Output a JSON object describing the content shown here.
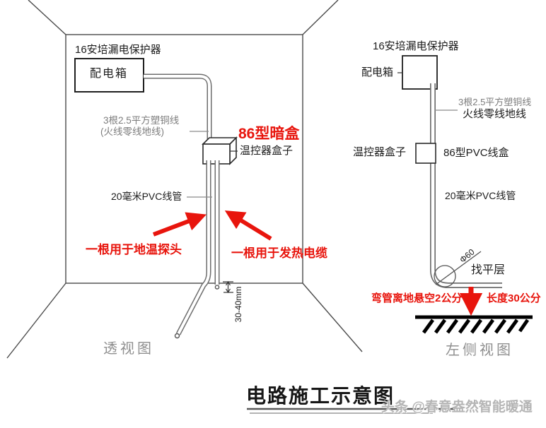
{
  "title": "电路施工示意图",
  "watermark": "头条 @春意盎然智能暖通",
  "perspective_view": {
    "caption": "透视图",
    "labels": {
      "breaker": "16安培漏电保护器",
      "distribution_box": "配电箱",
      "wires_line1": "3根2.5平方塑铜线",
      "wires_line2": "(火线零线地线)",
      "junction_box_highlight": "86型暗盒",
      "thermostat_box": "温控器盒子",
      "pvc_conduit": "20毫米PVC线管",
      "probe_note": "一根用于地温探头",
      "cable_note": "一根用于发热电缆",
      "floor_gap_dim": "30-40mm"
    }
  },
  "side_view": {
    "caption": "左侧视图",
    "labels": {
      "breaker": "16安培漏电保护器",
      "distribution_box": "配电箱",
      "wires_line1": "3根2.5平方塑铜线",
      "wires_line2": "火线零线地线",
      "thermostat_box": "温控器盒子",
      "junction_box": "86型PVC线盒",
      "pvc_conduit": "20毫米PVC线管",
      "bend_diameter": "Φ60",
      "leveling_layer": "找平层",
      "bend_note": "弯管离地悬空2公分",
      "length_note": "长度30公分"
    }
  },
  "colors": {
    "accent_red": "#e8150d",
    "line": "#4a4a4a",
    "gray_text": "#7d7d7d",
    "watermark_gray": "#b5b5b5"
  }
}
